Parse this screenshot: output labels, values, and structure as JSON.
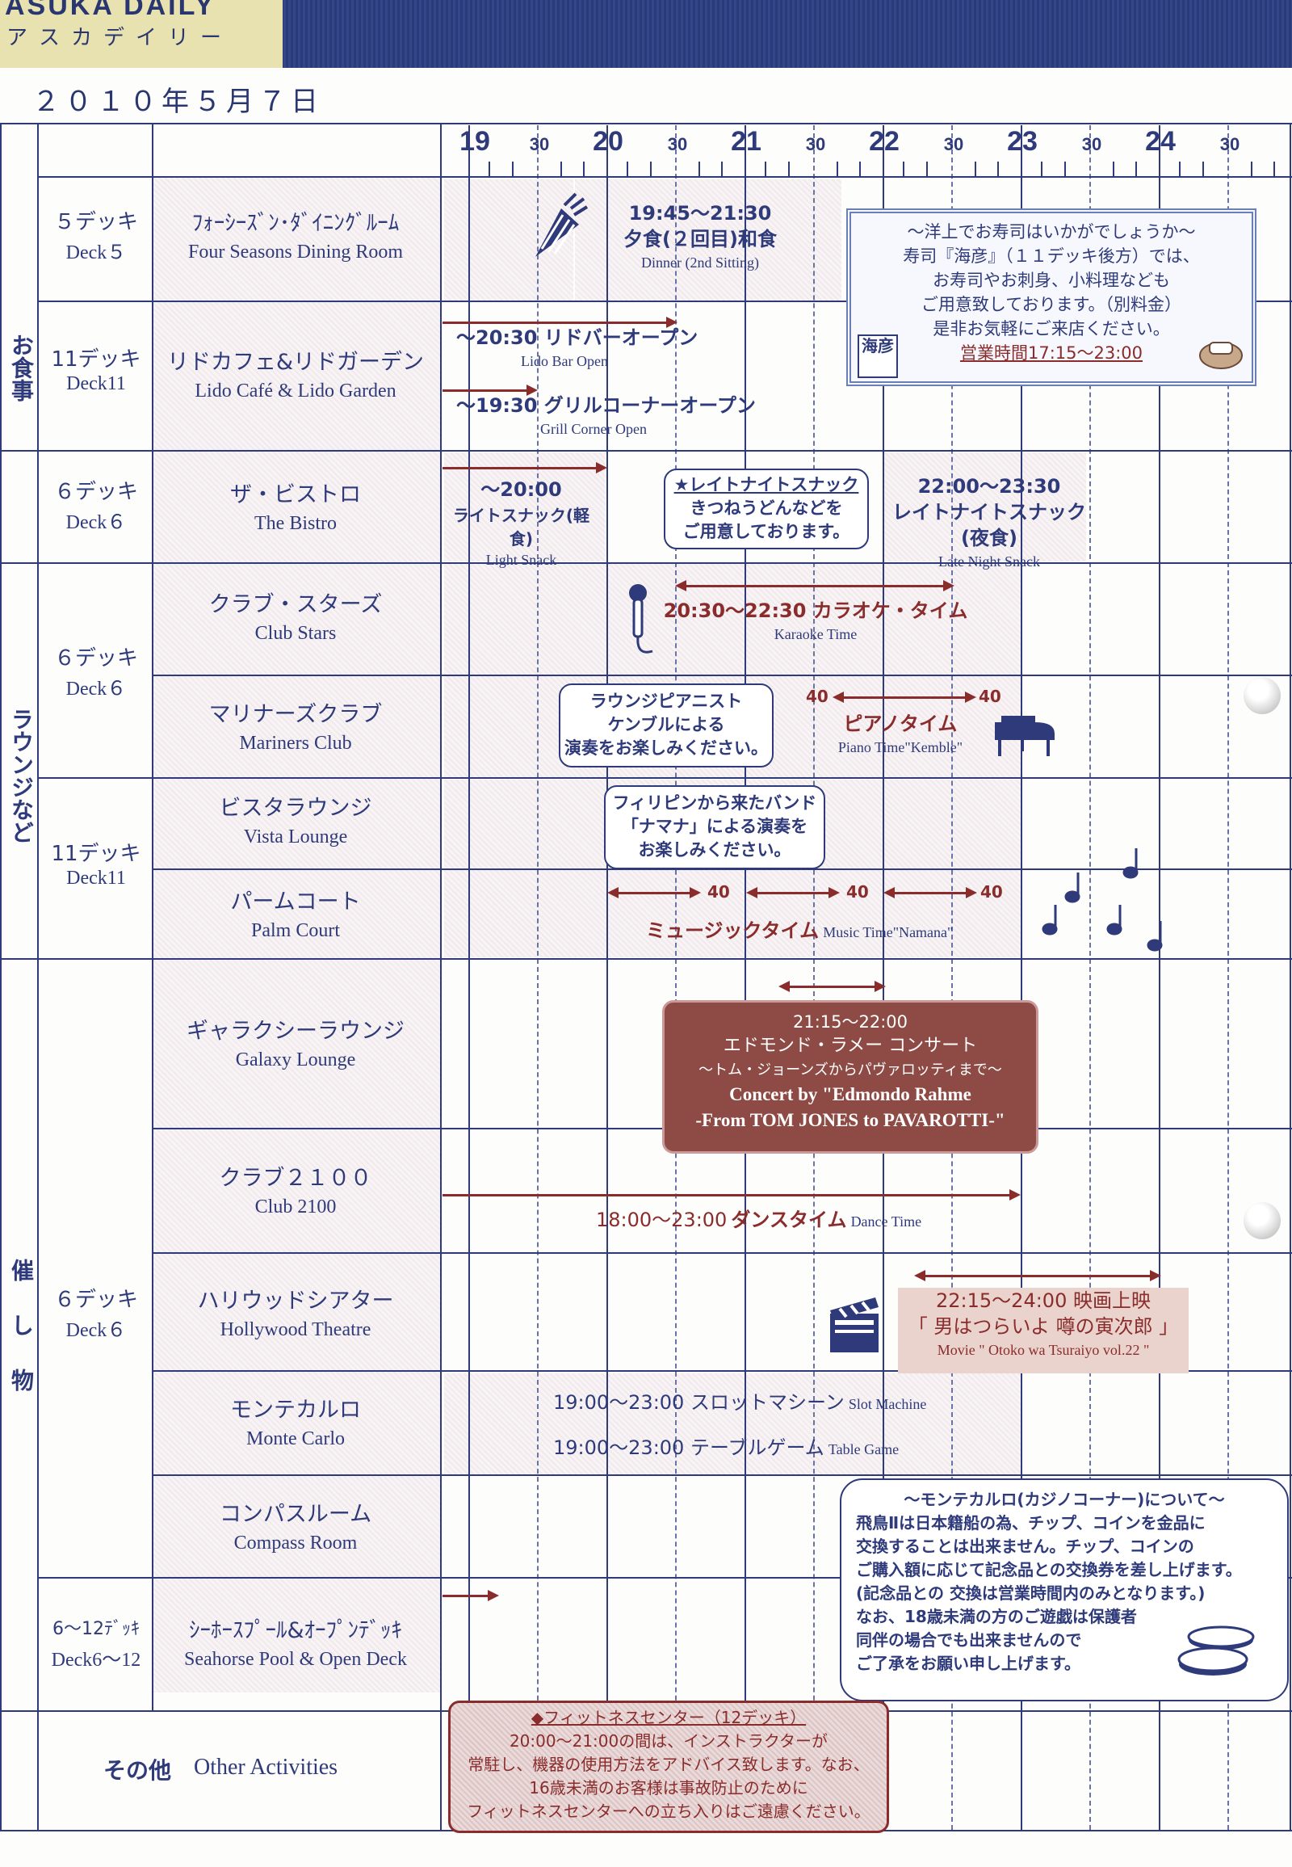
{
  "brand": {
    "en": "ASUKA DAILY",
    "jp": "アスカデイリー"
  },
  "date": "２０１０年５月７日",
  "timeline": {
    "hours": [
      "19",
      "20",
      "21",
      "22",
      "23",
      "24"
    ],
    "half": "30"
  },
  "categories": {
    "meals": "お食事",
    "lounges": "ラウンジなど",
    "events": "催し物"
  },
  "decks": {
    "d5_jp": "５デッキ",
    "d5_en": "Deck５",
    "d11a_jp": "11デッキ",
    "d11a_en": "Deck11",
    "d6a_jp": "６デッキ",
    "d6a_en": "Deck６",
    "d6b_jp": "６デッキ",
    "d6b_en": "Deck６",
    "d11b_jp": "11デッキ",
    "d11b_en": "Deck11",
    "d6c_jp": "６デッキ",
    "d6c_en": "Deck６",
    "d612_jp": "6～12ﾃﾞｯｷ",
    "d612_en": "Deck6～12"
  },
  "venues": {
    "four_seasons_jp": "ﾌｫｰｼｰｽﾞﾝ･ﾀﾞｲﾆﾝｸﾞﾙｰﾑ",
    "four_seasons_en": "Four Seasons Dining Room",
    "lido_jp": "リドカフェ&リドガーデン",
    "lido_en": "Lido Café & Lido Garden",
    "bistro_jp": "ザ・ビストロ",
    "bistro_en": "The Bistro",
    "club_stars_jp": "クラブ・スターズ",
    "club_stars_en": "Club Stars",
    "mariners_jp": "マリナーズクラブ",
    "mariners_en": "Mariners Club",
    "vista_jp": "ビスタラウンジ",
    "vista_en": "Vista Lounge",
    "palm_jp": "パームコート",
    "palm_en": "Palm Court",
    "galaxy_jp": "ギャラクシーラウンジ",
    "galaxy_en": "Galaxy Lounge",
    "club2100_jp": "クラブ２１００",
    "club2100_en": "Club 2100",
    "hollywood_jp": "ハリウッドシアター",
    "hollywood_en": "Hollywood Theatre",
    "monte_jp": "モンテカルロ",
    "monte_en": "Monte Carlo",
    "compass_jp": "コンパスルーム",
    "compass_en": "Compass Room",
    "seahorse_jp": "ｼｰﾎｰｽﾌﾟｰﾙ&ｵｰﾌﾟﾝﾃﾞｯｷ",
    "seahorse_en": "Seahorse Pool & Open Deck",
    "other_jp": "その他",
    "other_en": "Other Activities"
  },
  "events": {
    "dinner_time": "19:45～21:30",
    "dinner_jp": "夕食(２回目)和食",
    "dinner_en": "Dinner (2nd Sitting)",
    "lido_bar_jp": "～20:30 リドバーオープン",
    "lido_bar_en": "Lido Bar Open",
    "grill_jp": "～19:30 グリルコーナーオープン",
    "grill_en": "Grill Corner Open",
    "snack_time": "～20:00",
    "snack_jp": "ライトスナック(軽食)",
    "snack_en": "Light Snack",
    "late_time": "22:00～23:30",
    "late_jp": "レイトナイトスナック(夜食)",
    "late_en": "Late Night Snack",
    "karaoke_jp": "20:30～22:30 カラオケ・タイム",
    "karaoke_en": "Karaoke Time",
    "piano_min1": "40",
    "piano_min2": "40",
    "piano_jp": "ピアノタイム",
    "piano_en": "Piano Time\"Kemble\"",
    "music_min1": "40",
    "music_min2": "40",
    "music_min3": "40",
    "music_jp": "ミュージックタイム",
    "music_en": "Music Time\"Namana\"",
    "concert_time": "21:15～22:00",
    "concert_jp": "エドモンド・ラメー コンサート",
    "concert_sub": "～トム・ジョーンズからパヴァロッティまで～",
    "concert_en1": "Concert by \"Edmondo Rahme",
    "concert_en2": "-From TOM JONES to PAVAROTTI-\"",
    "dance_time": "18:00～23:00",
    "dance_jp": "ダンスタイム",
    "dance_en": "Dance Time",
    "movie_time": "22:15～24:00 映画上映",
    "movie_title": "「 男はつらいよ 噂の寅次郎 」",
    "movie_en": "Movie \" Otoko wa Tsuraiyo vol.22 \"",
    "slot_jp": "19:00～23:00 スロットマシーン",
    "slot_en": "Slot Machine",
    "table_jp": "19:00～23:00 テーブルゲーム",
    "table_en": "Table Game"
  },
  "bubbles": {
    "late_note": [
      "★レイトナイトスナック",
      "きつねうどんなどを",
      "ご用意しております。"
    ],
    "pianist": [
      "ラウンジピアニスト",
      "ケンブルによる",
      "演奏をお楽しみください。"
    ],
    "band": [
      "フィリピンから来たバンド",
      "「ナマナ」による演奏を",
      "お楽しみください。"
    ]
  },
  "sushi": {
    "lines": [
      "～洋上でお寿司はいかがでしょうか～",
      "寿司『海彦』（１１デッキ後方）では、",
      "お寿司やお刺身、小料理なども",
      "ご用意致しております。（別料金）",
      "是非お気軽にご来店ください。"
    ],
    "hours": "営業時間17:15～23:00",
    "sign": "海彦"
  },
  "casino_note": {
    "title": "～モンテカルロ(カジノコーナー)について～",
    "lines": [
      "飛鳥Ⅱは日本籍船の為、チップ、コインを金品に",
      "交換することは出来ません。チップ、コインの",
      "ご購入額に応じて記念品との交換券を差し上げます。",
      "(記念品との 交換は営業時間内のみとなります。)",
      "なお、18歳未満の方のご遊戯は保護者",
      "同伴の場合でも出来ませんので",
      "ご了承をお願い申し上げます。"
    ]
  },
  "fitness": {
    "title": "◆フィットネスセンター（12デッキ）",
    "lines": [
      "20:00～21:00の間は、インストラクターが",
      "常駐し、機器の使用方法をアドバイス致します。なお、",
      "16歳未満のお客様は事故防止のために",
      "フィットネスセンターへの立ち入りはご遠慮ください。"
    ]
  },
  "colors": {
    "navy": "#2e3a7a",
    "maroon": "#8a2c2c",
    "cream": "#e8e2b0"
  }
}
